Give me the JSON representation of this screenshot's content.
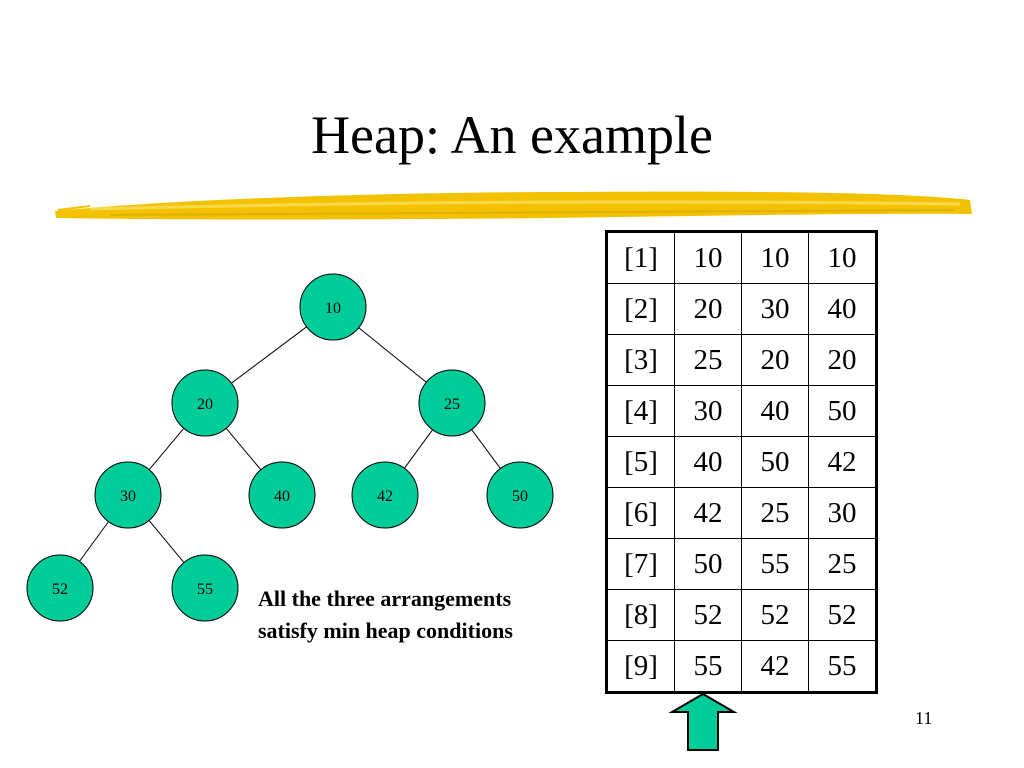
{
  "slide": {
    "title": "Heap: An example",
    "note_lines": [
      "All the three arrangements",
      "satisfy min heap conditions"
    ],
    "page_number": "11"
  },
  "colors": {
    "node_fill": "#00cc99",
    "node_stroke": "#000000",
    "brush": "#f2c200",
    "arrow_fill": "#00cc99"
  },
  "tree": {
    "nodes": [
      "10",
      "20",
      "25",
      "30",
      "40",
      "42",
      "50",
      "52",
      "55"
    ],
    "edges": [
      [
        "10",
        "20"
      ],
      [
        "10",
        "25"
      ],
      [
        "20",
        "30"
      ],
      [
        "20",
        "40"
      ],
      [
        "25",
        "42"
      ],
      [
        "25",
        "50"
      ],
      [
        "30",
        "52"
      ],
      [
        "30",
        "55"
      ]
    ]
  },
  "table": {
    "rows": [
      [
        "[1]",
        "10",
        "10",
        "10"
      ],
      [
        "[2]",
        "20",
        "30",
        "40"
      ],
      [
        "[3]",
        "25",
        "20",
        "20"
      ],
      [
        "[4]",
        "30",
        "40",
        "50"
      ],
      [
        "[5]",
        "40",
        "50",
        "42"
      ],
      [
        "[6]",
        "42",
        "25",
        "30"
      ],
      [
        "[7]",
        "50",
        "55",
        "25"
      ],
      [
        "[8]",
        "52",
        "52",
        "52"
      ],
      [
        "[9]",
        "55",
        "42",
        "55"
      ]
    ]
  },
  "arrow_icon": "up-arrow-icon"
}
